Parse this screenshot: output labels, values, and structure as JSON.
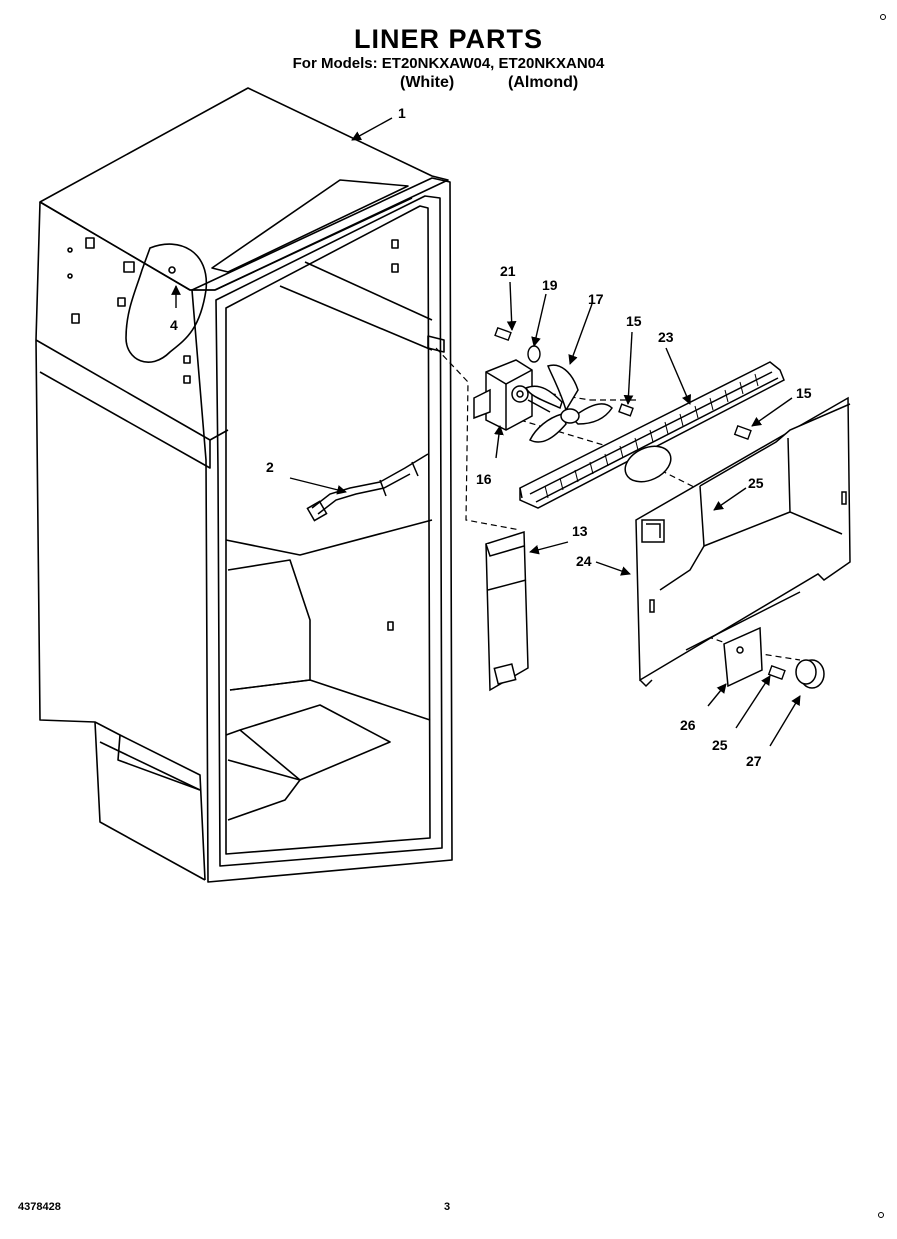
{
  "header": {
    "title": "LINER PARTS",
    "models_line": "For Models: ET20NKXAW04, ET20NKXAN04",
    "variant_white": "(White)",
    "variant_almond": "(Almond)"
  },
  "callouts": {
    "c1": "1",
    "c2": "2",
    "c4": "4",
    "c13": "13",
    "c15a": "15",
    "c15b": "15",
    "c16": "16",
    "c17": "17",
    "c19": "19",
    "c21": "21",
    "c23": "23",
    "c24": "24",
    "c25a": "25",
    "c25b": "25",
    "c26": "26",
    "c27": "27"
  },
  "footer": {
    "doc_number": "4378428",
    "page_number": "3"
  }
}
